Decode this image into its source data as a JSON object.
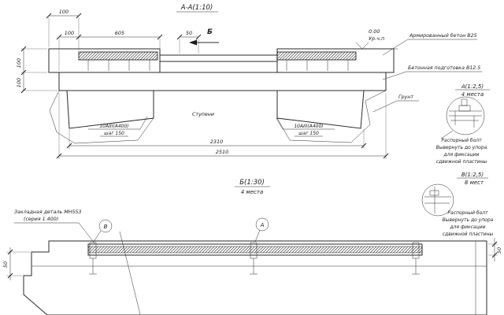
{
  "titles": {
    "section_aa": "А-А(1:10)",
    "detail_a": "А(1:2,5)",
    "detail_a_sub": "4 места",
    "detail_b": "В(1:2,5)",
    "detail_b_sub": "8 мест",
    "section_b": "Б(1:30)",
    "section_b_sub": "4 места"
  },
  "dims": {
    "a_100_top": "100",
    "a_100_row2": "100",
    "a_605": "605",
    "a_50": "50",
    "a_100_left_upper": "100",
    "a_100_left_lower": "100",
    "a_2310": "2310",
    "a_2510": "2510",
    "b_50_right": "50",
    "b_50_left": "50"
  },
  "labels": {
    "marker_b": "Б",
    "level_value": "0.00",
    "level_name": "Ур.ч.п",
    "reinforced_concrete": "Армированный бетон В25",
    "concrete_prep": "Бетонная подготовка В12.5",
    "soil": "Грунт",
    "steps": "Ступени",
    "rebar_spec": "10АIII(А400)",
    "rebar_step": "шаг 150",
    "embedded_1": "Закладная деталь МН553",
    "embedded_2": "(серия 1.400)",
    "callout_v": "В",
    "callout_a": "А"
  },
  "notes": {
    "bolt_line1": "Распорный болт",
    "bolt_line2": "Вывернуть до упора",
    "bolt_line3": "для фиксации",
    "bolt_line4": "сдвижной пластины"
  },
  "colors": {
    "line": "#2a2a2a",
    "background": "#ffffff"
  }
}
